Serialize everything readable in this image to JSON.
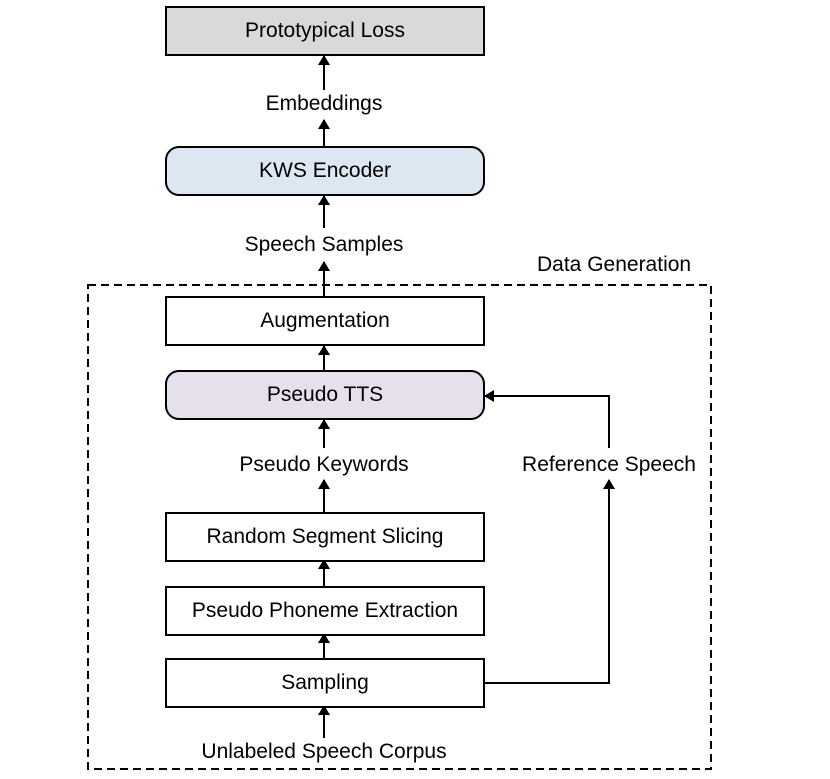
{
  "diagram": {
    "group_label": "Data Generation",
    "boxes": {
      "prototypical_loss": "Prototypical Loss",
      "kws_encoder": "KWS Encoder",
      "augmentation": "Augmentation",
      "pseudo_tts": "Pseudo TTS",
      "random_segment_slicing": "Random Segment Slicing",
      "pseudo_phoneme_extraction": "Pseudo Phoneme Extraction",
      "sampling": "Sampling"
    },
    "labels": {
      "embeddings": "Embeddings",
      "speech_samples": "Speech Samples",
      "pseudo_keywords": "Pseudo Keywords",
      "reference_speech": "Reference Speech",
      "unlabeled_speech_corpus": "Unlabeled Speech Corpus"
    },
    "colors": {
      "loss_fill": "#d9d9d9",
      "encoder_fill": "#dde7f2",
      "tts_fill": "#e6e0ec",
      "plain_fill": "#ffffff",
      "stroke": "#000000"
    }
  }
}
